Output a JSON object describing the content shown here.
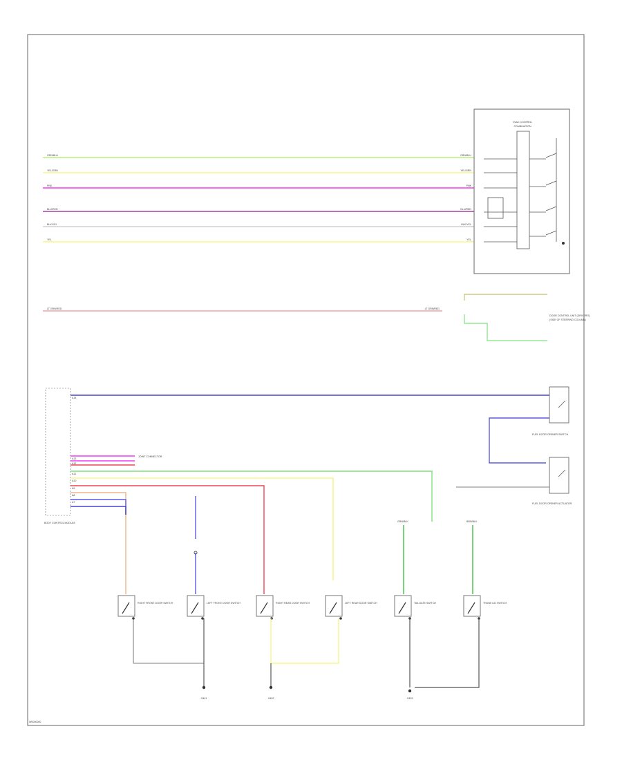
{
  "footer_code": "W0000000",
  "colors": {
    "green": "#b6f27a",
    "yellow": "#f6f58a",
    "magenta": "#f03cf0",
    "purple": "#a8419e",
    "gray": "#cfcfcf",
    "pink": "#f2a1a6",
    "blue": "#4444cc",
    "lightblue": "#5a5ae0",
    "orange": "#f0b48a",
    "red": "#ee4455",
    "darkgreen": "#3fc03f",
    "lime": "#7fe07f",
    "olive": "#c8c070"
  },
  "wires": [
    {
      "name": "wire-1",
      "color": "green",
      "label_left": "GRN/BLU",
      "label_right": "GRN/BLU"
    },
    {
      "name": "wire-2",
      "color": "yellow",
      "label_left": "YEL/GRN",
      "label_right": "YEL/GRN"
    },
    {
      "name": "wire-3",
      "color": "magenta",
      "label_left": "PNK",
      "label_right": "PNK"
    },
    {
      "name": "wire-4",
      "color": "purple",
      "label_left": "BLU/RED",
      "label_right": "BLU/RED"
    },
    {
      "name": "wire-5",
      "color": "gray",
      "label_left": "BLK/YEL",
      "label_right": "BLK/YEL"
    },
    {
      "name": "wire-6",
      "color": "yellow",
      "label_left": "YEL",
      "label_right": "YEL"
    },
    {
      "name": "wire-7",
      "color": "pink",
      "label_left": "LT GRN/RED",
      "label_right": "LT GRN/RED"
    }
  ],
  "switch_unit": {
    "title": "HVAC CONTROL",
    "subtitle": "COMBINATION"
  },
  "door_sensor": {
    "label": "DOOR CONTROL UNIT (DRIVER'S)",
    "sub": "(SIDE OF STEERING COLUMN)"
  },
  "fuel_door": {
    "top": "FUEL DOOR OPENER SWITCH",
    "bottom": "FUEL DOOR OPENER ACTUATOR"
  },
  "bcm": {
    "label": "BODY CONTROL MODULE",
    "pins": [
      "A14",
      "A13",
      "A12",
      "A11",
      "A10",
      "A9",
      "A8",
      "A7"
    ]
  },
  "sensors": [
    {
      "name": "front-right-door",
      "label": "RIGHT FRONT DOOR SWITCH"
    },
    {
      "name": "left-front-door",
      "label": "LEFT FRONT DOOR SWITCH"
    },
    {
      "name": "right-rear-door",
      "label": "RIGHT REAR DOOR SWITCH"
    },
    {
      "name": "left-rear-door",
      "label": "LEFT REAR DOOR SWITCH"
    },
    {
      "name": "rear-hatch",
      "label": "TAILGATE SWITCH"
    },
    {
      "name": "trunk-lid",
      "label": "TRUNK LID SWITCH"
    }
  ],
  "grounds": [
    {
      "name": "ground-g401",
      "label": "G401"
    },
    {
      "name": "ground-g402",
      "label": "G402"
    },
    {
      "name": "ground-g403",
      "label": "G403"
    }
  ],
  "connector_labels": {
    "c1": "GRN/BLK",
    "c2": "BRN/BLK",
    "joint": "JOINT CONNECTOR"
  }
}
